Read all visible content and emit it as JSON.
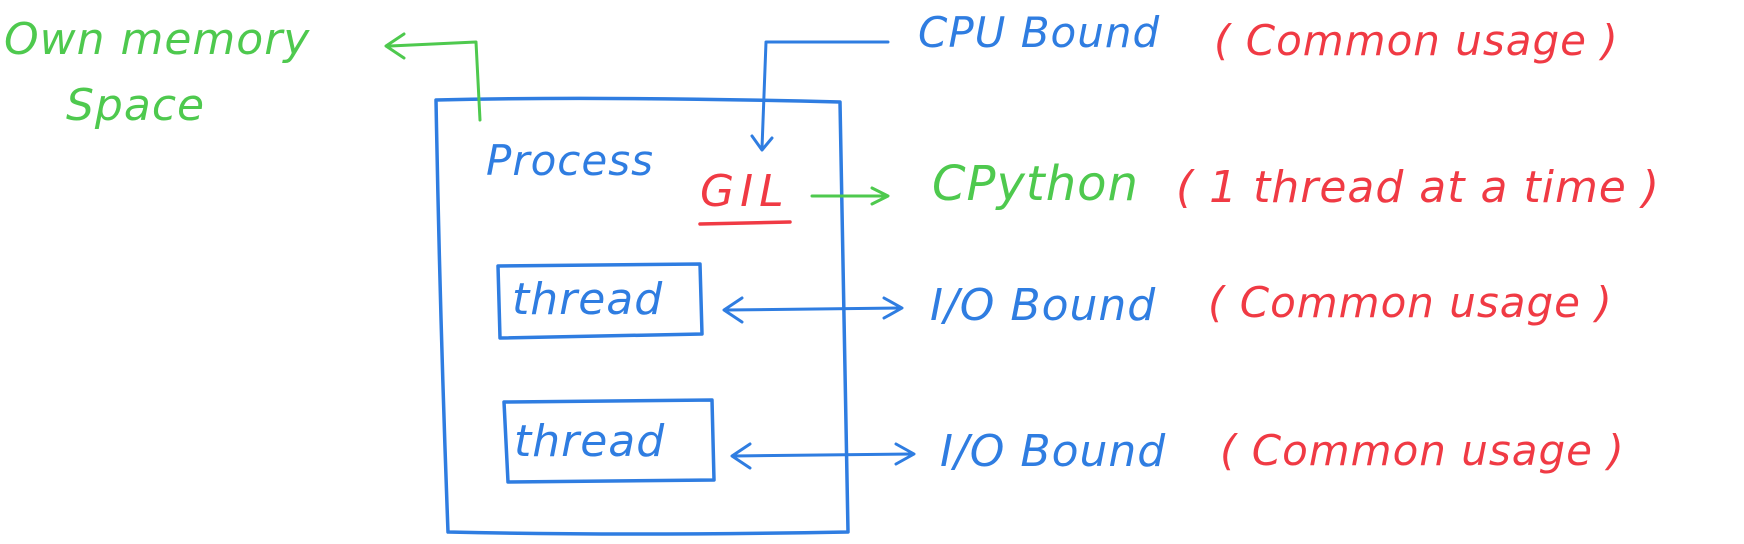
{
  "colors": {
    "green": "#4ec94e",
    "blue": "#2f7de1",
    "red": "#f03a44"
  },
  "memory_note": {
    "line1": "Own memory",
    "line2": "Space"
  },
  "process": {
    "label": "Process",
    "gil": "GIL"
  },
  "threads": [
    {
      "label": "thread"
    },
    {
      "label": "thread"
    }
  ],
  "cpu_bound": {
    "label": "CPU Bound",
    "note": "( Common usage )"
  },
  "cpython": {
    "label": "CPython",
    "note": "( 1 thread at a time )"
  },
  "io_bound": [
    {
      "label": "I/O Bound",
      "note": "( Common usage )"
    },
    {
      "label": "I/O Bound",
      "note": "( Common usage )"
    }
  ]
}
